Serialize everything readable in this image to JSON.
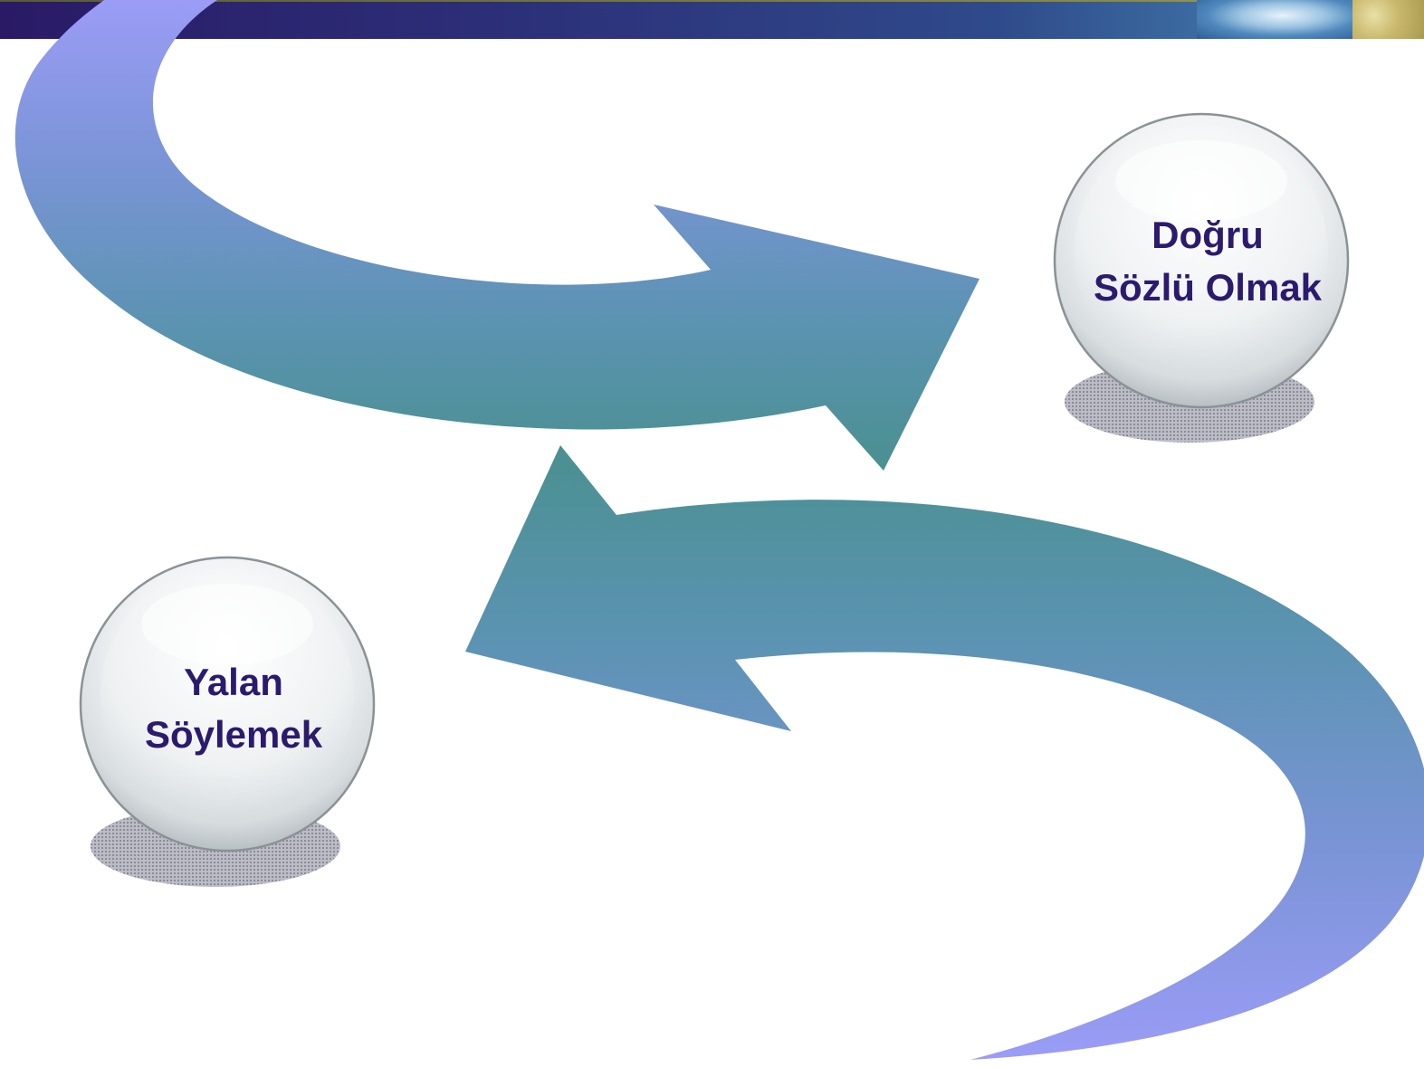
{
  "nodes": {
    "top_right": {
      "line1": "Doğru",
      "line2": "Sözlü Olmak"
    },
    "bottom_left": {
      "line1": "Yalan",
      "line2": "Söylemek"
    }
  },
  "colors": {
    "header_dark": "#2a1a66",
    "header_mid": "#2f4a8a",
    "arrow_light": "#9b9cf6",
    "arrow_dark": "#4a9090",
    "label_text": "#2b1a6e",
    "sphere_base": "#e4e8ea",
    "shadow": "#9a9aa6"
  }
}
